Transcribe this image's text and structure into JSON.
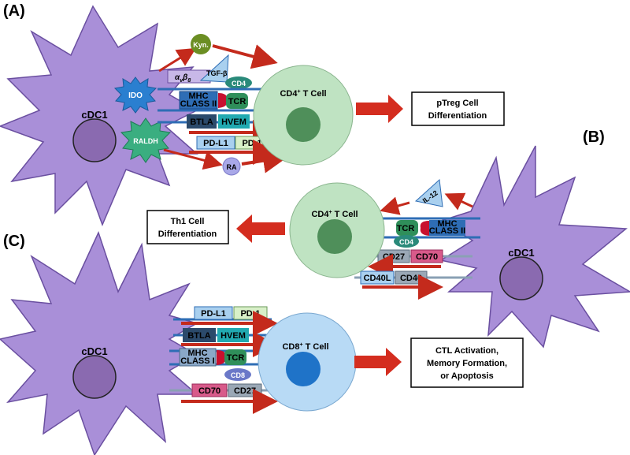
{
  "panels": {
    "a": "(A)",
    "b": "(B)",
    "c": "(C)"
  },
  "colors": {
    "dc": "#a98fd8",
    "dc_stroke": "#6a4fa0",
    "nucleus_dc": "#8a6ab0",
    "tcell_cd4": "#bfe3c2",
    "tcell_cd4_nucleus": "#4f8f5a",
    "tcell_cd8": "#b8daf5",
    "tcell_cd8_nucleus": "#1f73c8",
    "arrow": "#d42d1f",
    "arrow_dark": "#8b1a10",
    "mhc": "#2e6db5",
    "tcr": "#2f8f5a",
    "cd4": "#2a8a7a",
    "btla": "#2b4a6b",
    "hvem": "#21a9b0",
    "light_blue": "#a9d0ef",
    "light_green": "#d8f0c8",
    "pink": "#d85a8a",
    "gray": "#9aa8b6",
    "purple_light": "#c8b8e8"
  },
  "panel_a": {
    "dc_label": "cDC1",
    "ido": "IDO",
    "raldh": "RALDH",
    "kyn": "Kyn.",
    "ra": "RA",
    "integrin_a": "α",
    "integrin_a_sub": "v",
    "integrin_b": "β",
    "integrin_b_sub": "8",
    "tgfb": "TGF-β",
    "cd4": "CD4",
    "mhc1": "MHC",
    "mhc2": "CLASS II",
    "tcr": "TCR",
    "btla": "BTLA",
    "hvem": "HVEM",
    "pdl1": "PD-L1",
    "pd1": "PD-1",
    "tcell_label": "CD4",
    "tcell_sup": "+",
    "tcell_suffix": " T Cell",
    "outcome1": "pTreg Cell",
    "outcome2": "Differentiation"
  },
  "panel_b": {
    "dc_label": "cDC1",
    "il12": "IL-12",
    "tcr": "TCR",
    "mhc1": "MHC",
    "mhc2": "CLASS II",
    "cd4": "CD4",
    "cd27": "CD27",
    "cd70": "CD70",
    "cd40l": "CD40L",
    "cd40": "CD40",
    "tcell_label": "CD4",
    "tcell_sup": "+",
    "tcell_suffix": " T Cell",
    "outcome1": "Th1 Cell",
    "outcome2": "Differentiation"
  },
  "panel_c": {
    "dc_label": "cDC1",
    "pdl1": "PD-L1",
    "pd1": "PD-1",
    "btla": "BTLA",
    "hvem": "HVEM",
    "mhc1": "MHC",
    "mhc2": "CLASS I",
    "tcr": "TCR",
    "cd8": "CD8",
    "cd70": "CD70",
    "cd27": "CD27",
    "tcell_label": "CD8",
    "tcell_sup": "+",
    "tcell_suffix": " T Cell",
    "outcome1": "CTL Activation,",
    "outcome2": "Memory Formation,",
    "outcome3": "or Apoptosis"
  }
}
